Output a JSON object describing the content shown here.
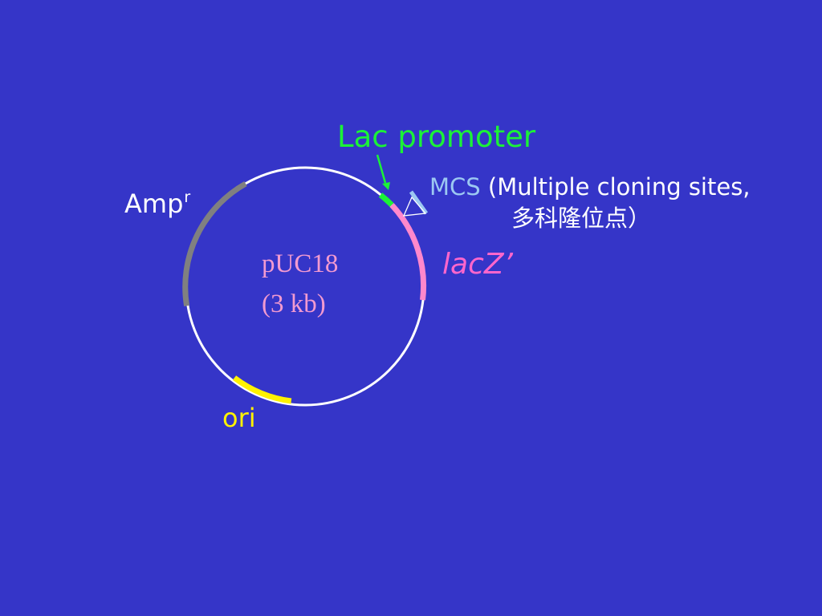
{
  "slide": {
    "background_color": "#3535C8"
  },
  "plasmid": {
    "name": "pUC18",
    "size": "(3 kb)",
    "text_color": "#F29AD0",
    "circle_color": "#FFFFFF"
  },
  "labels": {
    "lac_promoter": "Lac promoter",
    "amp": "Amp",
    "amp_superscript": "r",
    "mcs_abbr": "MCS",
    "mcs_description": "(Multiple cloning sites,",
    "mcs_chinese": "多科隆位点）",
    "lacz": "lacZ’",
    "ori": "ori"
  },
  "features": [
    {
      "name": "Amp^r",
      "color": "#808080"
    },
    {
      "name": "Lac promoter",
      "color": "#1BF237"
    },
    {
      "name": "lacZ'",
      "color": "#FF88CC"
    },
    {
      "name": "MCS",
      "color": "#9CC8F2"
    },
    {
      "name": "ori",
      "color": "#FFF200"
    }
  ]
}
